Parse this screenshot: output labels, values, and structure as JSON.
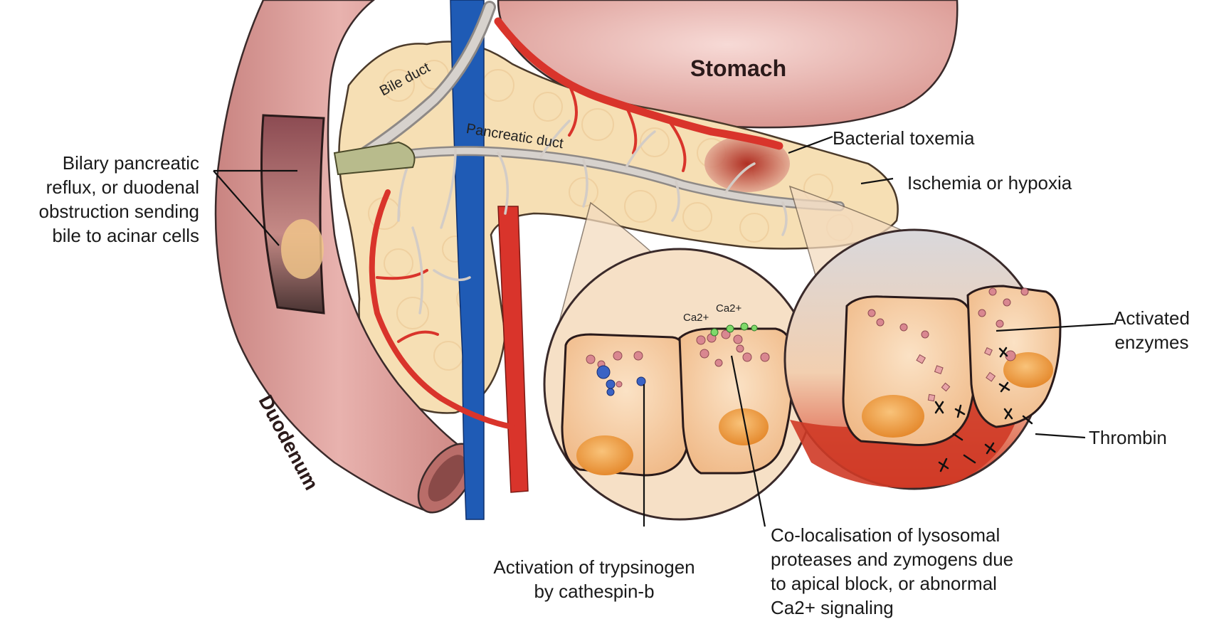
{
  "organs": {
    "stomach": "Stomach",
    "duodenum": "Duodenum",
    "bile_duct": "Bile duct",
    "pancreatic_duct": "Pancreatic duct"
  },
  "ions": {
    "ca_left": "Ca2+",
    "ca_right": "Ca2+"
  },
  "labels": {
    "bilary_reflux": "Bilary pancreatic\nreflux, or duodenal\nobstruction sending\nbile to acinar cells",
    "bacterial_toxemia": "Bacterial toxemia",
    "ischemia": "Ischemia or hypoxia",
    "activated_enzymes": "Activated\nenzymes",
    "thrombin": "Thrombin",
    "trypsinogen": "Activation of trypsinogen\nby cathespin-b",
    "colocalisation": "Co-localisation of lysosomal\nproteases and zymogens due\nto apical block, or abnormal\nCa2+ signaling"
  },
  "colors": {
    "stomach": "#e3a9a4",
    "duodenum": "#dc9a97",
    "pancreas": "#f6dfb4",
    "artery": "#d9342b",
    "vein": "#1f5bb5",
    "duct": "#c9c3be",
    "cell_bg": "#f4c79a",
    "nucleus": "#f0a34a",
    "necrosis": "#c62a1e"
  }
}
